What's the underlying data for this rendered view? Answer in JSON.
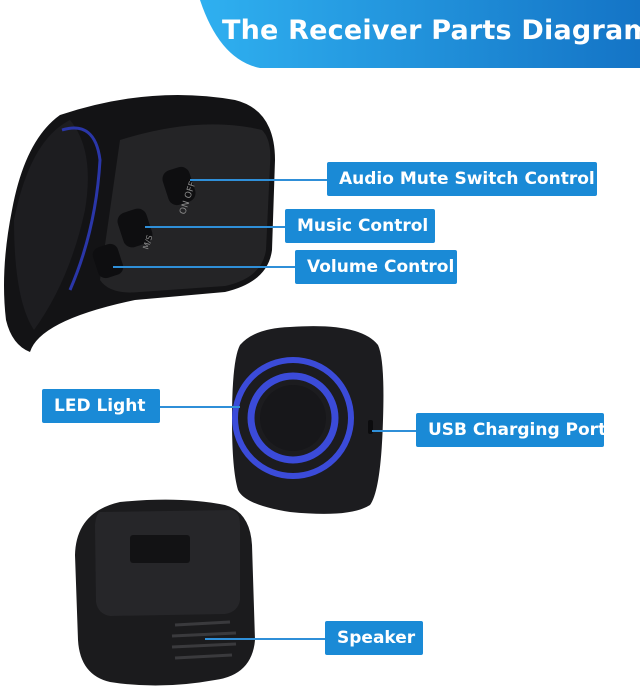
{
  "title": "The Receiver Parts Diagram",
  "colors": {
    "banner_left": "#29a6ec",
    "banner_right": "#1678c9",
    "label_bg": "#1a8ad6",
    "device_body": "#1b1b1d",
    "led_ring": "#3b4bd9"
  },
  "labels": {
    "audio_mute": "Audio Mute Switch  Control",
    "music": "Music Control",
    "volume": "Volume Control",
    "led": "LED Light",
    "usb": "USB Charging Port",
    "speaker": "Speaker"
  }
}
